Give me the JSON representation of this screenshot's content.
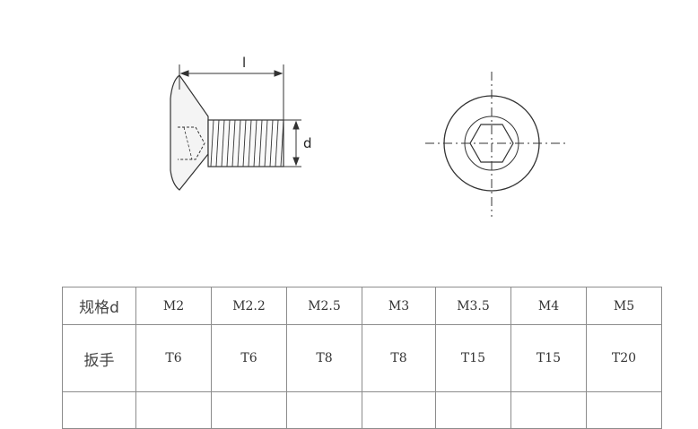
{
  "drawing": {
    "length_label": "l",
    "diameter_label": "d"
  },
  "table": {
    "row_headers": [
      "规格d",
      "扳手"
    ],
    "sizes": [
      "M2",
      "M2.2",
      "M2.5",
      "M3",
      "M3.5",
      "M4",
      "M5"
    ],
    "wrench": [
      "T6",
      "T6",
      "T8",
      "T8",
      "T15",
      "T15",
      "T20"
    ]
  }
}
